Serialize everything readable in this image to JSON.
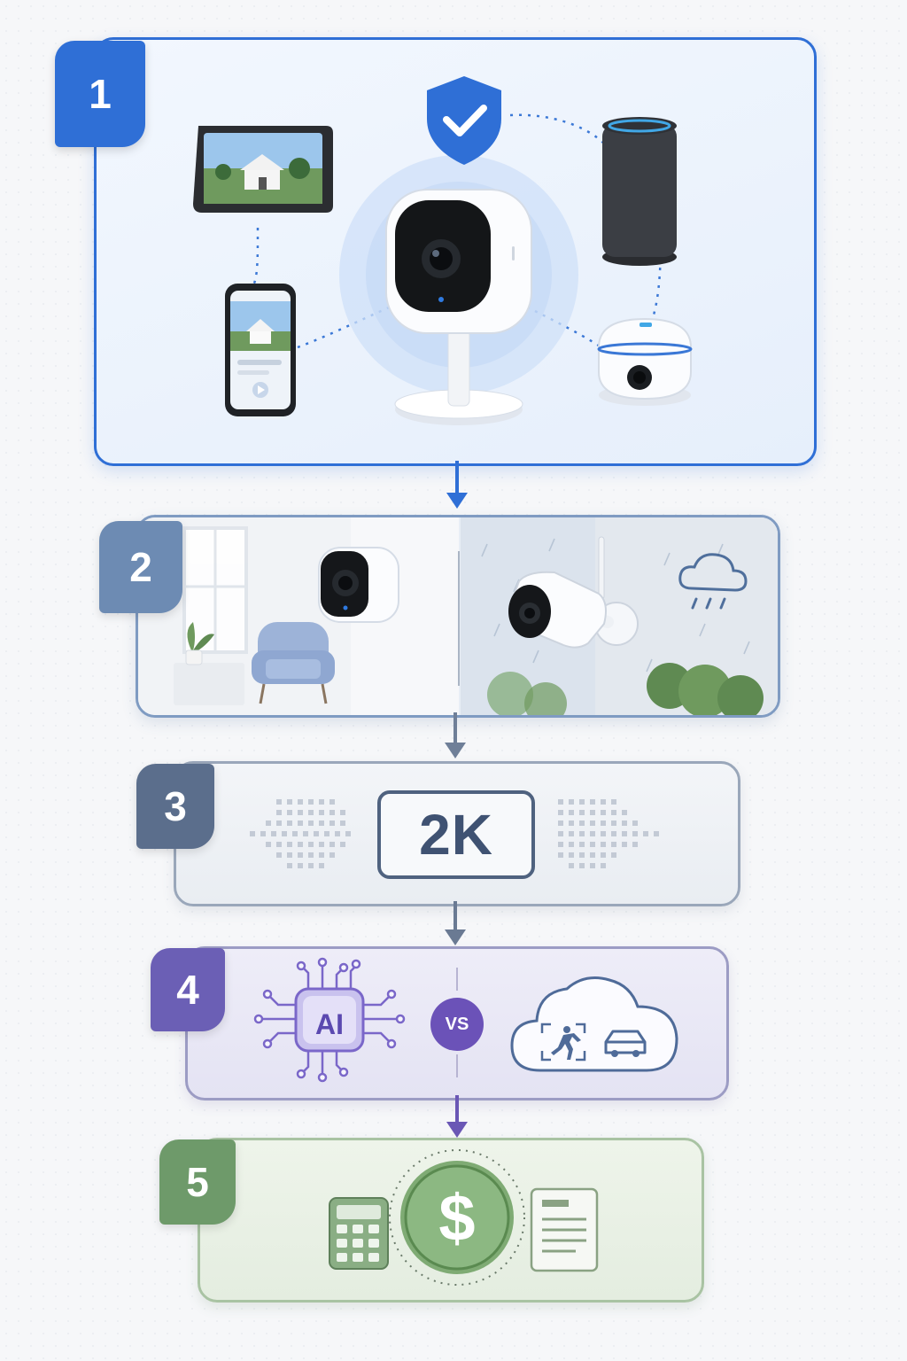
{
  "steps": [
    {
      "number": "1",
      "accent": "#2f6fd6",
      "icons": [
        "shield-check-icon",
        "smart-display-icon",
        "smart-speaker-icon",
        "smartphone-icon",
        "indoor-camera-icon",
        "dome-camera-icon"
      ]
    },
    {
      "number": "2",
      "accent": "#6d8bb3",
      "icons": [
        "indoor-camera-icon",
        "outdoor-camera-icon",
        "rain-cloud-icon",
        "armchair-icon",
        "plant-icon"
      ]
    },
    {
      "number": "3",
      "accent": "#5b6e8c",
      "badge_text": "2K"
    },
    {
      "number": "4",
      "accent": "#6b5fb5",
      "chip_text": "AI",
      "vs_text": "VS",
      "icons": [
        "ai-chip-icon",
        "cloud-detection-icon",
        "person-running-icon",
        "car-icon"
      ]
    },
    {
      "number": "5",
      "accent": "#6e9a6a",
      "currency_symbol": "$",
      "icons": [
        "calculator-icon",
        "dollar-coin-icon",
        "document-icon"
      ]
    }
  ]
}
